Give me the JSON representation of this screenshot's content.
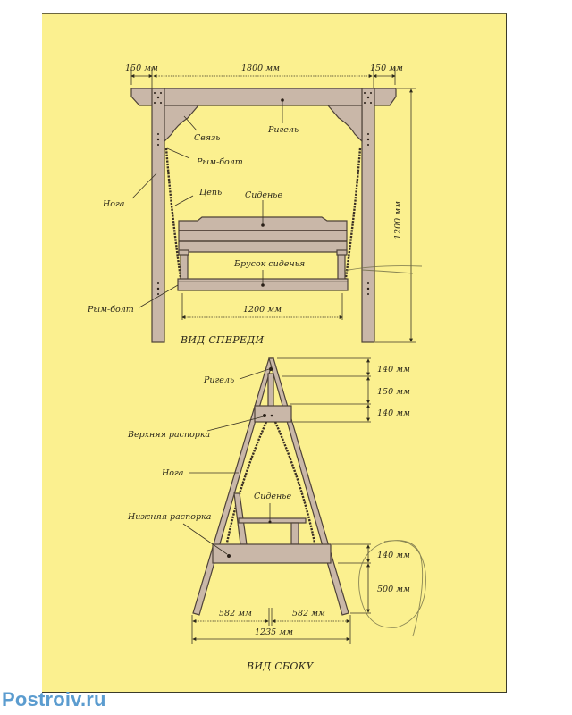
{
  "watermark": "Postroiv.ru",
  "front_view": {
    "title": "ВИД СПЕРЕДИ",
    "dimensions": {
      "left_overhang": "150 мм",
      "span": "1800 мм",
      "right_overhang": "150 мм",
      "height": "1200 мм",
      "seat_width": "1200 мм"
    },
    "labels": {
      "beam": "Ригель",
      "brace": "Связь",
      "eye_bolt_top": "Рым-болт",
      "leg": "Нога",
      "chain": "Цепь",
      "seat": "Сиденье",
      "seat_bar": "Брусок сиденья",
      "eye_bolt_bottom": "Рым-болт"
    }
  },
  "side_view": {
    "title": "ВИД СБОКУ",
    "dimensions": {
      "top_140": "140 мм",
      "mid_150": "150 мм",
      "upper_brace_140": "140 мм",
      "lower_brace_140": "140 мм",
      "ground_clearance": "500 мм",
      "half_base_left": "582 мм",
      "half_base_right": "582 мм",
      "base_width": "1235 мм"
    },
    "labels": {
      "beam": "Ригель",
      "upper_spacer": "Верхняя распорка",
      "leg": "Нога",
      "seat": "Сиденье",
      "lower_spacer": "Нижняя распорка"
    }
  },
  "colors": {
    "panel": "#fbf08f",
    "wood": "#c9b7a8",
    "ink": "#2d2a1c",
    "watermark": "#5b9ccf"
  }
}
